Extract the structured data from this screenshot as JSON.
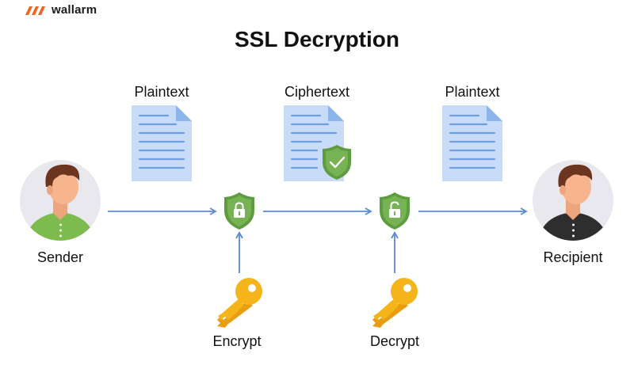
{
  "brand": {
    "name": "wallarm",
    "accent_color": "#f26522"
  },
  "title": "SSL Decryption",
  "nodes": {
    "sender": {
      "label": "Sender"
    },
    "recipient": {
      "label": "Recipient"
    }
  },
  "documents": [
    {
      "label": "Plaintext",
      "icon": "document-icon"
    },
    {
      "label": "Ciphertext",
      "icon": "document-shield-icon"
    },
    {
      "label": "Plaintext",
      "icon": "document-icon"
    }
  ],
  "steps": {
    "encrypt": {
      "label": "Encrypt",
      "icon": "key-icon",
      "lock_icon": "locked-padlock-shield-icon"
    },
    "decrypt": {
      "label": "Decrypt",
      "icon": "key-icon",
      "lock_icon": "unlocked-padlock-shield-icon"
    }
  },
  "colors": {
    "arrow": "#5b8bd0",
    "document": "#c8dcfa",
    "shield": "#77b255",
    "key": "#f5b41a",
    "sender_shirt": "#7dbb4f",
    "recipient_shirt": "#2e2e2e"
  }
}
